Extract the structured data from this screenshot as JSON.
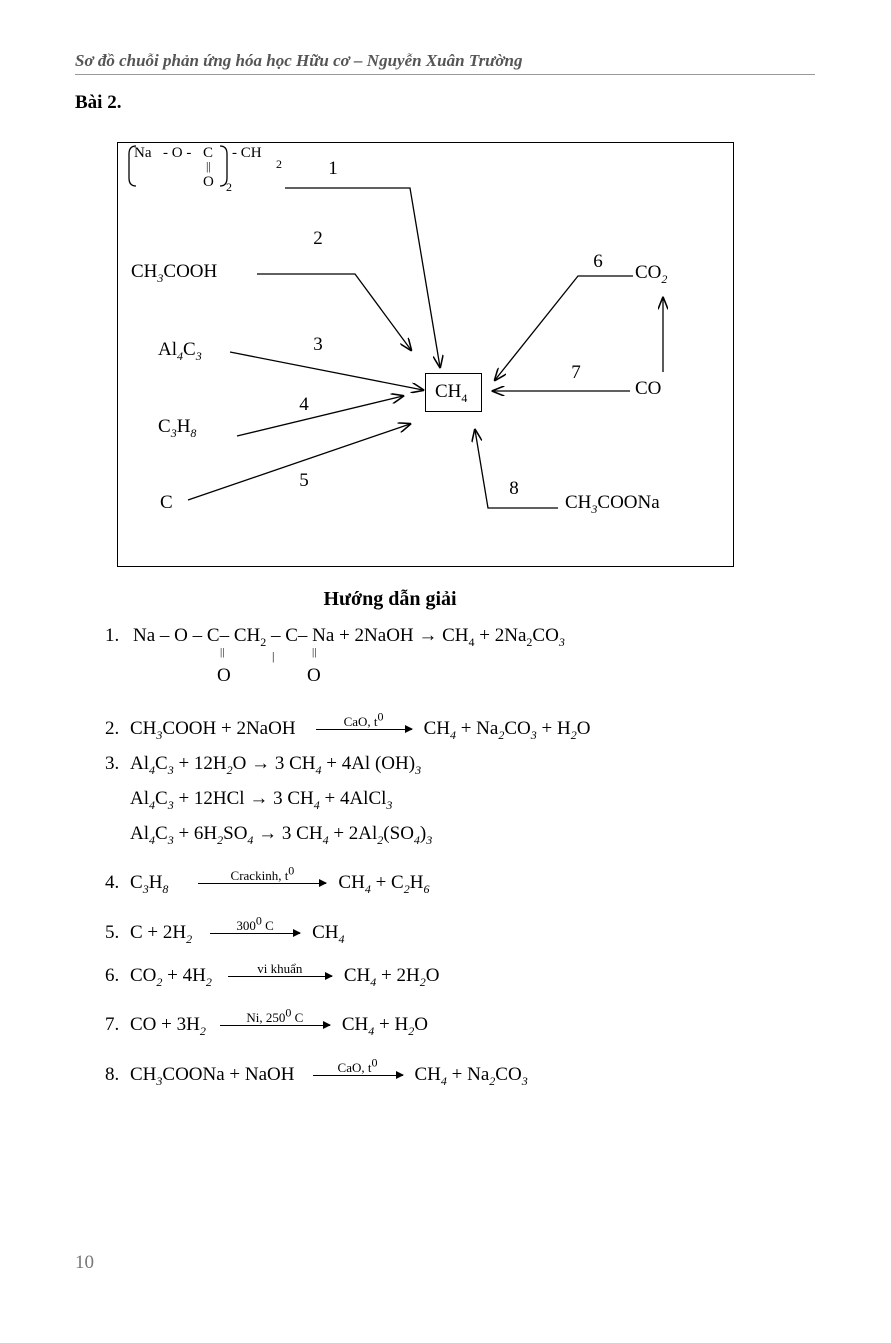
{
  "header": {
    "title": "Sơ đồ chuỗi phản ứng hóa học Hữu cơ – Nguyễn Xuân Trường"
  },
  "exercise": {
    "label": "Bài 2."
  },
  "diagram": {
    "malonate": {
      "na": "Na",
      "o1": "- O -",
      "c": "C",
      "dbl": "||",
      "o2": "O",
      "sub2": "2",
      "ch2": "- CH",
      "ch2sub": "2"
    },
    "center": {
      "main": "CH",
      "sub": "4"
    },
    "species": [
      {
        "id": "ch3cooh",
        "tokens": [
          "CH",
          [
            "3"
          ],
          "COOH"
        ]
      },
      {
        "id": "al4c3",
        "tokens": [
          "Al",
          [
            "4"
          ],
          "C",
          [
            "3"
          ]
        ]
      },
      {
        "id": "c3h8",
        "tokens": [
          "C",
          [
            "3"
          ],
          "H",
          [
            "8"
          ]
        ]
      },
      {
        "id": "c",
        "tokens": [
          "C"
        ]
      },
      {
        "id": "co2",
        "tokens": [
          "CO",
          [
            "2"
          ]
        ]
      },
      {
        "id": "co",
        "tokens": [
          "CO"
        ]
      },
      {
        "id": "ch3coona",
        "tokens": [
          "CH",
          [
            "3"
          ],
          "COONa"
        ]
      }
    ],
    "numbers": [
      "1",
      "2",
      "3",
      "4",
      "5",
      "6",
      "7",
      "8"
    ]
  },
  "solution": {
    "title": "Hướng dẫn giải",
    "eq1": {
      "no": "1.",
      "a": "Na – O – ",
      "c1": "C",
      "mid": "– CH",
      "sub": "2",
      "c2": " – C",
      "end": "– Na  + 2NaOH  →  CH",
      "s4": "4",
      "plus": " + 2Na",
      "s2": "2",
      "co": "CO",
      "s3": "3",
      "o1": "O",
      "o2": "O",
      "dbl": "||",
      "single": "|"
    },
    "equations": [
      {
        "no": "2.",
        "left": [
          "CH",
          [
            "3"
          ],
          "COOH + 2NaOH"
        ],
        "cond": [
          "CaO, t",
          {
            "sup": "0"
          }
        ],
        "right": [
          "CH",
          [
            "4"
          ],
          "  + Na",
          [
            "2"
          ],
          "CO",
          [
            "3"
          ],
          " + H",
          [
            "2"
          ],
          "O"
        ]
      },
      {
        "no": "3.",
        "left": [
          "Al",
          [
            "4"
          ],
          "C",
          [
            "3"
          ],
          " + 12H",
          [
            "2"
          ],
          "O → 3 CH",
          [
            "4"
          ],
          " + 4Al (OH)",
          [
            "3"
          ]
        ]
      },
      {
        "no": "",
        "left": [
          "Al",
          [
            "4"
          ],
          "C",
          [
            "3"
          ],
          " + 12HCl → 3 CH",
          [
            "4"
          ],
          " + 4AlCl",
          [
            "3"
          ]
        ]
      },
      {
        "no": "",
        "left": [
          "Al",
          [
            "4"
          ],
          "C",
          [
            "3"
          ],
          " + 6H",
          [
            "2"
          ],
          "SO",
          [
            "4"
          ],
          " → 3 CH",
          [
            "4"
          ],
          " + 2Al",
          [
            "2"
          ],
          "(SO",
          [
            "4"
          ],
          ")",
          [
            "3"
          ]
        ]
      },
      {
        "no": "4.",
        "left": [
          "C",
          [
            "3"
          ],
          "H",
          [
            "8"
          ]
        ],
        "cond": [
          "Crackinh,  t",
          {
            "sup": "0"
          }
        ],
        "right": [
          "CH",
          [
            "4"
          ],
          " + C",
          [
            "2"
          ],
          "H",
          [
            "6"
          ]
        ]
      },
      {
        "no": "5.",
        "left": [
          "C + 2H",
          [
            "2"
          ]
        ],
        "cond": [
          "300",
          {
            "sup": "0"
          },
          " C"
        ],
        "right": [
          "CH",
          [
            "4"
          ]
        ]
      },
      {
        "no": "6.",
        "left": [
          "CO",
          [
            "2"
          ],
          " + 4H",
          [
            "2"
          ]
        ],
        "cond": [
          "vi khuẩn"
        ],
        "right": [
          "CH",
          [
            "4"
          ],
          " + 2H",
          [
            "2"
          ],
          "O"
        ]
      },
      {
        "no": "7.",
        "left": [
          "CO + 3H",
          [
            "2"
          ]
        ],
        "cond": [
          "Ni, 250",
          {
            "sup": "0"
          },
          " C"
        ],
        "right": [
          "CH",
          [
            "4"
          ],
          " + H",
          [
            "2"
          ],
          "O"
        ]
      },
      {
        "no": "8.",
        "left": [
          "CH",
          [
            "3"
          ],
          "COONa + NaOH"
        ],
        "cond": [
          "CaO, t",
          {
            "sup": "0"
          }
        ],
        "right": [
          "CH",
          [
            "4"
          ],
          " + Na",
          [
            "2"
          ],
          "CO",
          [
            "3"
          ]
        ]
      }
    ]
  },
  "footer": {
    "page_number": "10"
  }
}
